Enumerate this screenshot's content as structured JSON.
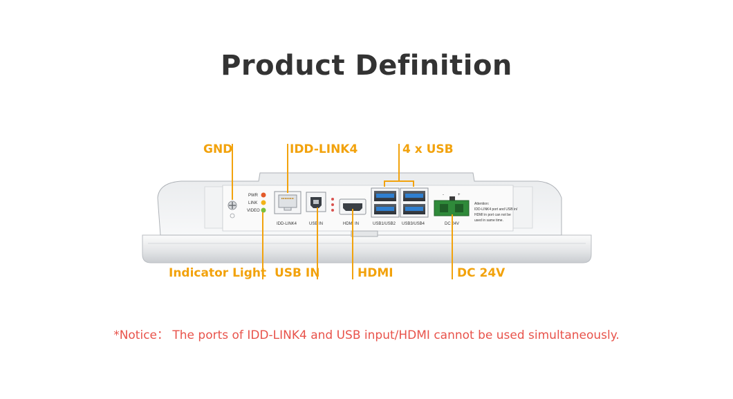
{
  "title": "Product Definition",
  "callouts": {
    "gnd": "GND",
    "idd_link4": "IDD-LINK4",
    "usb4": "4 x USB",
    "indicator": "Indicator Light",
    "usb_in": "USB IN",
    "hdmi": "HDMI",
    "dc": "DC 24V"
  },
  "device": {
    "led_labels": [
      "PWR",
      "LINK",
      "VIDEO"
    ],
    "port_labels": {
      "idd_link4": "IDD-LINK4",
      "usb_in": "USB IN",
      "hdmi_in": "HDMI IN",
      "usb12": "USB1/USB2",
      "usb34": "USB3/USB4",
      "dc": "DC 24V"
    },
    "polarity": [
      "-",
      "+"
    ],
    "attention": [
      "Attention:",
      "IDD-LINK4 port and USB in/",
      "HDMI in port can not be",
      "used in same time."
    ]
  },
  "notice": "*Notice： The ports of IDD-LINK4 and USB input/HDMI  cannot be used simultaneously.",
  "colors": {
    "accent": "#f2a20c",
    "notice": "#e8524a",
    "title": "#333333"
  }
}
